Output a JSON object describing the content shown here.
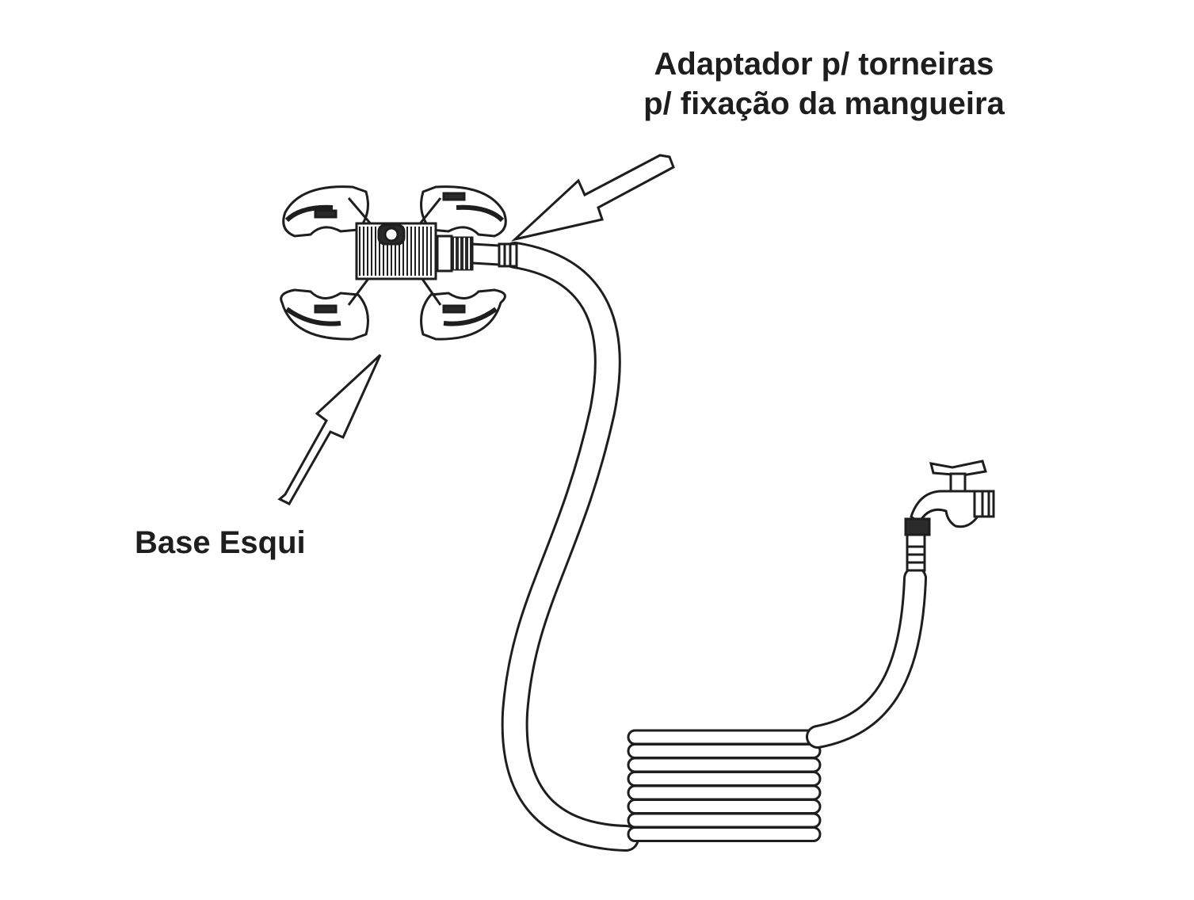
{
  "labels": {
    "adapter_line1": "Adaptador p/ torneiras",
    "adapter_line2": "p/ fixação da mangueira",
    "base": "Base Esqui"
  },
  "colors": {
    "ink": "#1e1e1e",
    "fill_dark": "#2a2a2a",
    "fill_light": "#e8e8e8",
    "background": "#ffffff"
  },
  "components": {
    "sprinkler_base": "sprinkler-base-icon",
    "hose_adapter": "hose-adapter-icon",
    "hose": "hose-icon",
    "hose_coil": "hose-coil-icon",
    "faucet": "faucet-icon"
  }
}
